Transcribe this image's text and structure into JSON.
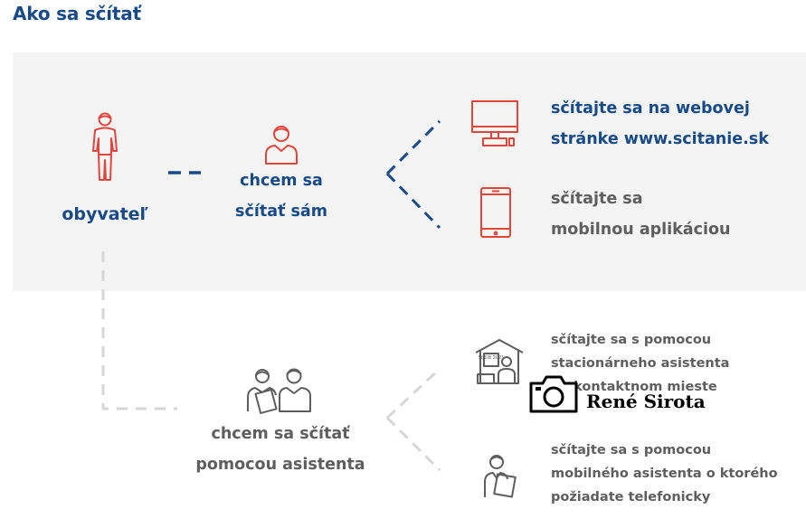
{
  "title": "Ako sa sčítať",
  "resident": {
    "label": "obyvateľ"
  },
  "self": {
    "line1": "chcem sa",
    "line2": "sčítať sám"
  },
  "web": {
    "line1": "sčítajte sa na webovej",
    "line2": "stránke www.scitanie.sk"
  },
  "mobile": {
    "line1": "sčítajte sa",
    "line2": "mobilnou aplikáciou"
  },
  "assisted": {
    "line1": "chcem sa sčítať",
    "line2": "pomocou asistenta"
  },
  "stationary": {
    "line1": "sčítajte sa s pomocou",
    "line2": "stacionárneho asistenta",
    "line3": "na kontaktnom mieste",
    "sign": "SODB 2021"
  },
  "mobile_assistant": {
    "line1": "sčítajte sa s pomocou",
    "line2": "mobilného asistenta o ktorého",
    "line3": "požiadate telefonicky"
  },
  "watermark": {
    "text": "René Sirota"
  },
  "colors": {
    "blue": "#184a86",
    "red": "#e1463e",
    "grey_text": "#5e5e5e",
    "dash_grey": "#d6d6d6",
    "panel": "#f4f4f4"
  }
}
